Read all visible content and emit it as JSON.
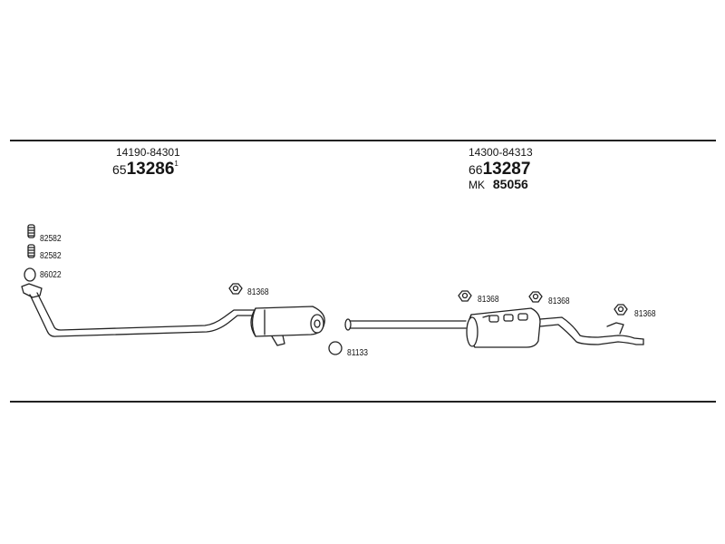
{
  "colors": {
    "line": "#222222",
    "ink": "#151515",
    "paper": "#ffffff"
  },
  "left_assembly": {
    "ref": "14190-84301",
    "code_prefix": "65",
    "code_main": "13286",
    "code_superscript": "1"
  },
  "right_assembly": {
    "ref": "14300-84313",
    "code_prefix": "66",
    "code_main": "13287",
    "mk_prefix": "MK",
    "mk_number": "85056"
  },
  "part_labels": {
    "clamp_top": "82582",
    "clamp_bottom": "82582",
    "gasket_ring": "86022",
    "hanger_left": "81368",
    "seal_ring": "81133",
    "hanger_mid": "81368",
    "hanger_right": "81368",
    "hanger_far_right": "81368"
  }
}
